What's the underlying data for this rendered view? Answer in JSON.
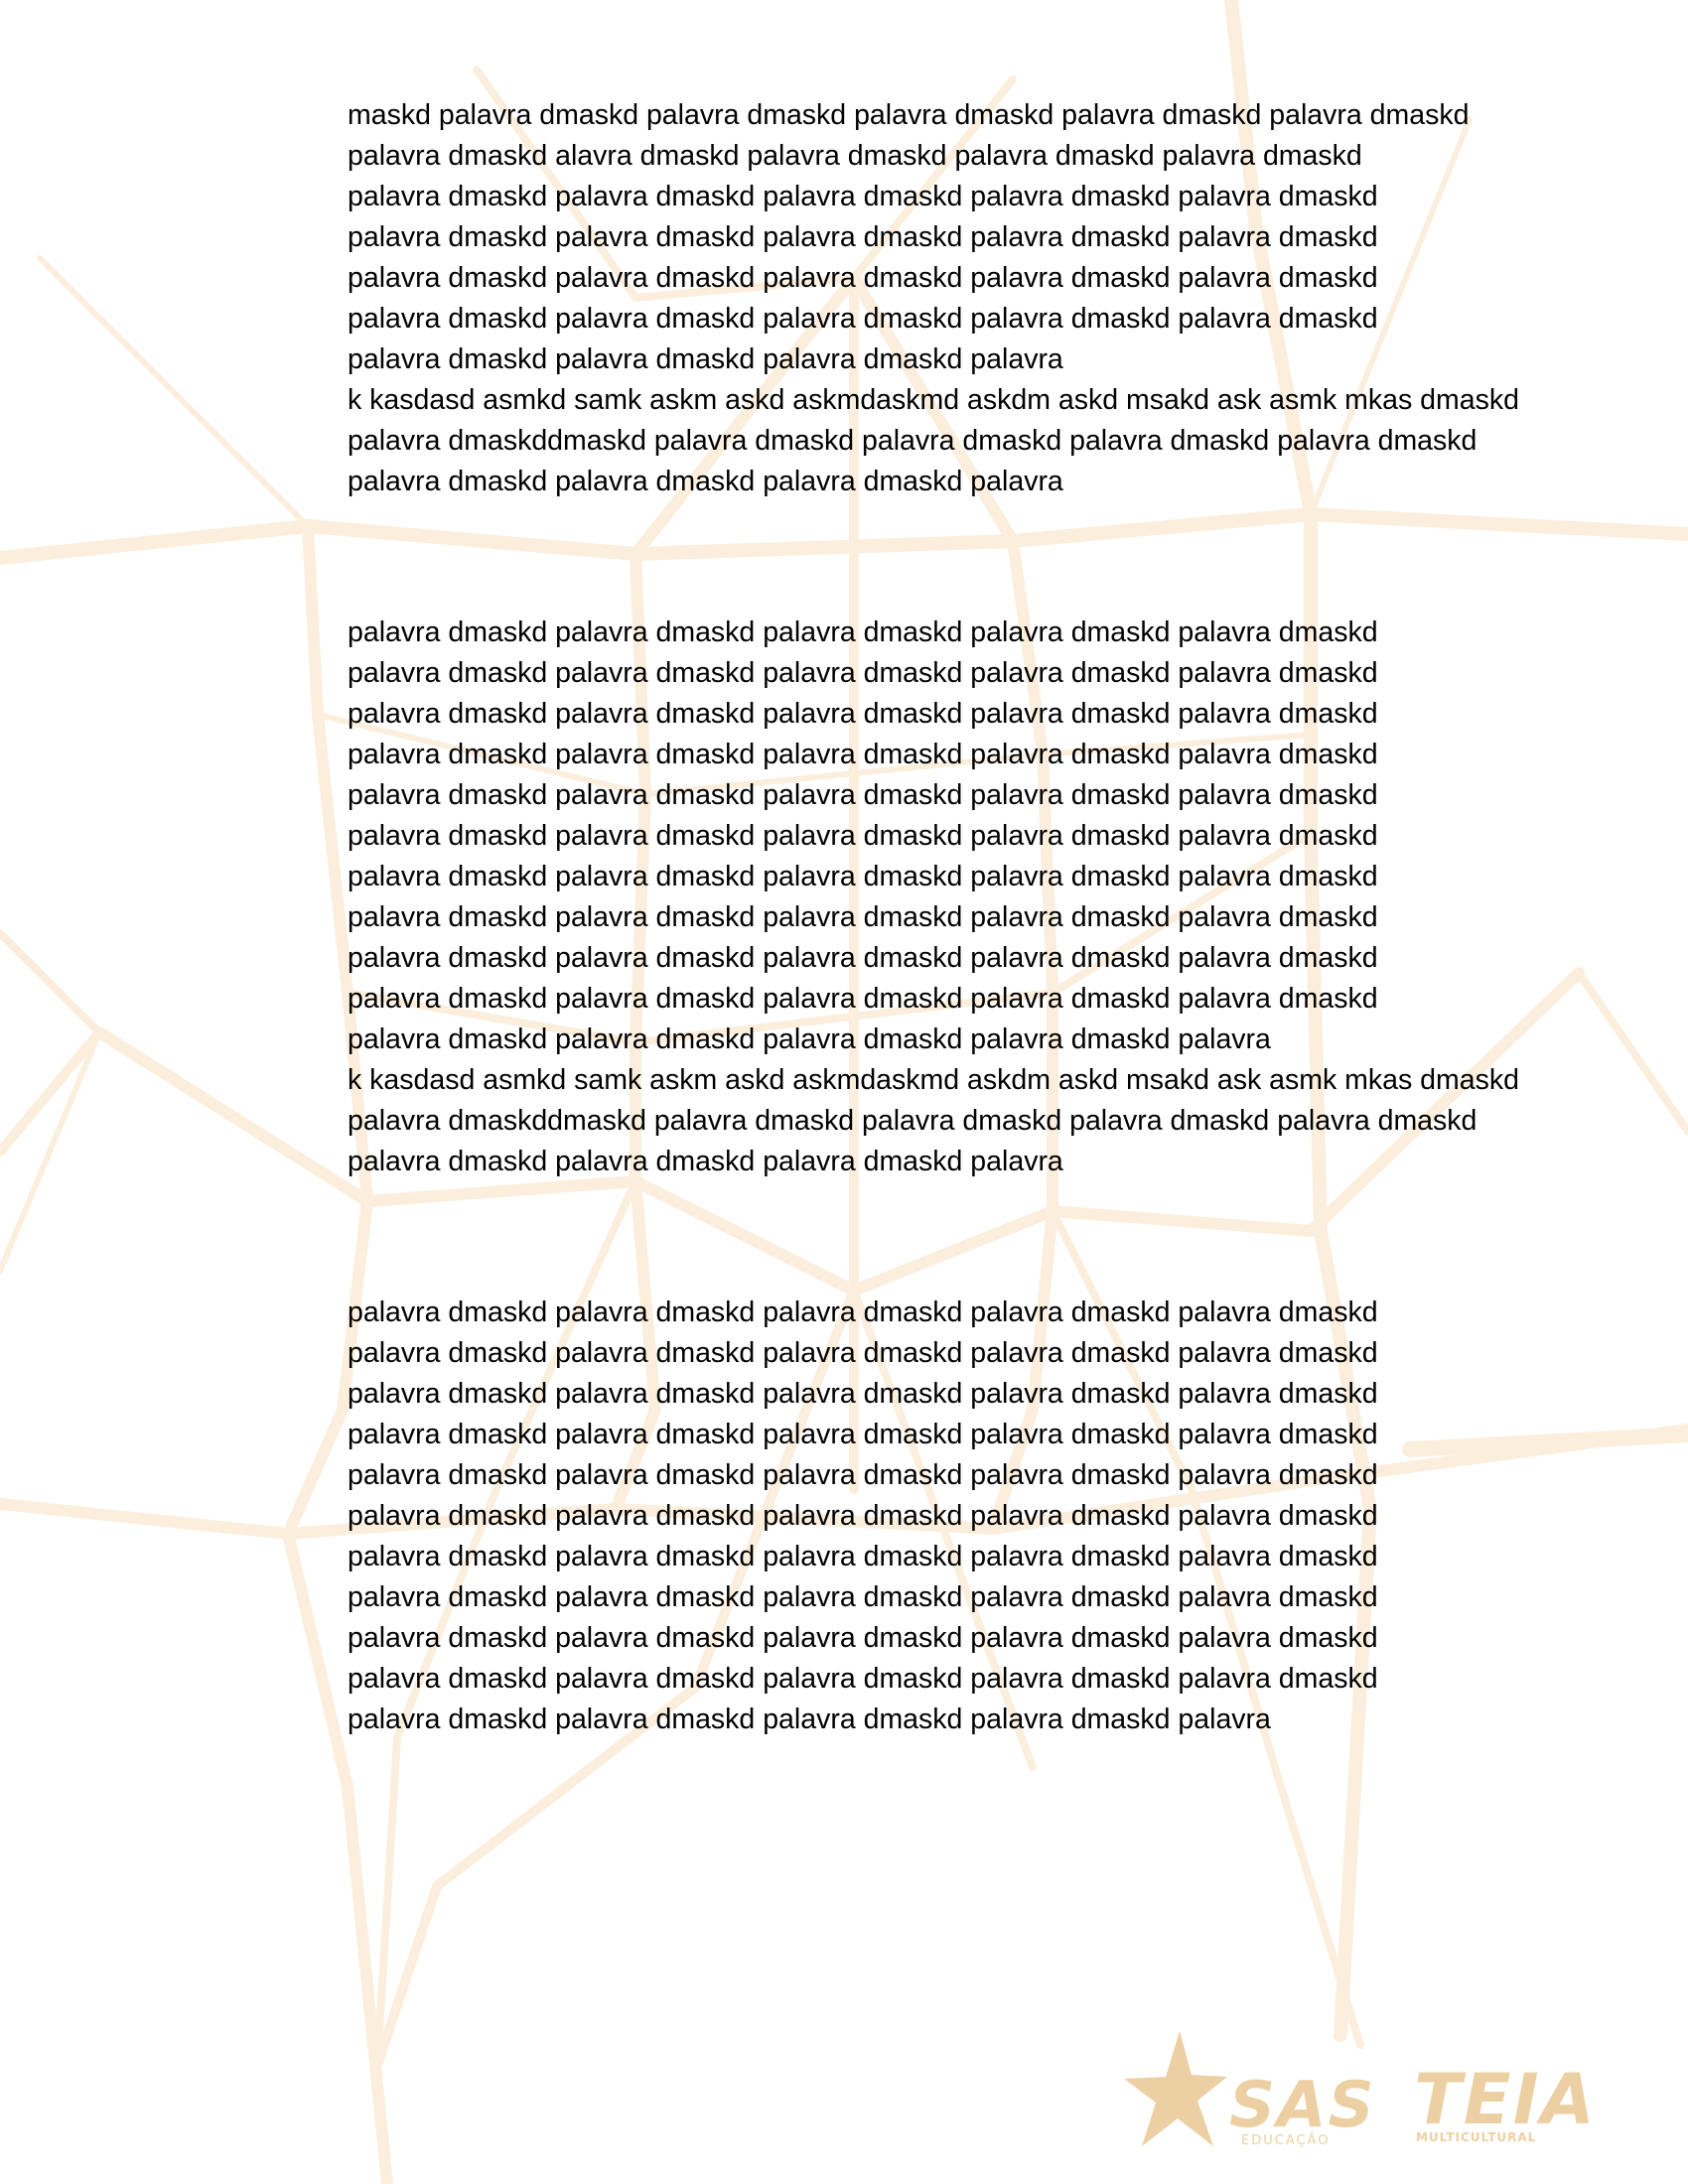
{
  "document": {
    "paragraphs": [
      {
        "lines": [
          "maskd palavra dmaskd palavra dmaskd palavra dmaskd palavra dmaskd palavra dmaskd",
          "palavra dmaskd alavra dmaskd palavra dmaskd palavra dmaskd palavra dmaskd",
          "palavra dmaskd palavra dmaskd palavra dmaskd palavra dmaskd palavra dmaskd",
          "palavra dmaskd palavra dmaskd palavra dmaskd palavra dmaskd palavra dmaskd",
          "palavra dmaskd palavra dmaskd palavra dmaskd palavra dmaskd palavra dmaskd",
          "palavra dmaskd palavra dmaskd palavra dmaskd palavra dmaskd palavra dmaskd",
          "palavra dmaskd palavra dmaskd palavra dmaskd palavra",
          "k kasdasd asmkd samk askm askd askmdaskmd askdm askd msakd ask asmk mkas dmaskd",
          "palavra dmaskddmaskd palavra dmaskd palavra dmaskd palavra dmaskd palavra dmaskd",
          "palavra dmaskd palavra dmaskd palavra dmaskd palavra"
        ]
      },
      {
        "lines": [
          " palavra dmaskd palavra dmaskd palavra dmaskd palavra dmaskd palavra dmaskd",
          "palavra dmaskd palavra dmaskd palavra dmaskd palavra dmaskd palavra dmaskd",
          "palavra dmaskd palavra dmaskd palavra dmaskd palavra dmaskd palavra dmaskd",
          "palavra dmaskd palavra dmaskd palavra dmaskd palavra dmaskd palavra dmaskd",
          "palavra dmaskd palavra dmaskd palavra dmaskd palavra dmaskd palavra dmaskd",
          "palavra dmaskd palavra dmaskd palavra dmaskd palavra dmaskd palavra dmaskd",
          "palavra dmaskd palavra dmaskd palavra dmaskd palavra dmaskd palavra dmaskd",
          "palavra dmaskd palavra dmaskd palavra dmaskd palavra dmaskd palavra dmaskd",
          "palavra dmaskd palavra dmaskd palavra dmaskd palavra dmaskd palavra dmaskd",
          "palavra dmaskd palavra dmaskd palavra dmaskd palavra dmaskd palavra dmaskd",
          "palavra dmaskd palavra dmaskd palavra dmaskd palavra dmaskd palavra",
          "k kasdasd asmkd samk askm askd askmdaskmd askdm askd msakd ask asmk mkas dmaskd",
          "palavra dmaskddmaskd palavra dmaskd palavra dmaskd palavra dmaskd palavra dmaskd",
          "palavra dmaskd palavra dmaskd palavra dmaskd palavra"
        ]
      },
      {
        "lines": [
          " palavra dmaskd palavra dmaskd palavra dmaskd palavra dmaskd palavra dmaskd",
          "palavra dmaskd palavra dmaskd palavra dmaskd palavra dmaskd palavra dmaskd",
          "palavra dmaskd palavra dmaskd palavra dmaskd palavra dmaskd palavra dmaskd",
          "palavra dmaskd palavra dmaskd palavra dmaskd palavra dmaskd palavra dmaskd",
          "palavra dmaskd palavra dmaskd palavra dmaskd palavra dmaskd palavra dmaskd",
          "palavra dmaskd palavra dmaskd palavra dmaskd palavra dmaskd palavra dmaskd",
          "palavra dmaskd palavra dmaskd palavra dmaskd palavra dmaskd palavra dmaskd",
          "palavra dmaskd palavra dmaskd palavra dmaskd palavra dmaskd palavra dmaskd",
          "palavra dmaskd palavra dmaskd palavra dmaskd palavra dmaskd palavra dmaskd",
          "palavra dmaskd palavra dmaskd palavra dmaskd palavra dmaskd palavra dmaskd",
          "palavra dmaskd palavra dmaskd palavra dmaskd palavra dmaskd palavra"
        ]
      }
    ]
  },
  "footer": {
    "logo_sas": "SAS",
    "logo_sas_sub": "EDUCAÇÃO",
    "logo_teia": "TEIA",
    "logo_teia_sub": "MULTICULTURAL"
  },
  "colors": {
    "web_lines": "#fbeedd",
    "logo": "#ecd0a3",
    "text": "#000000",
    "background": "#ffffff"
  }
}
